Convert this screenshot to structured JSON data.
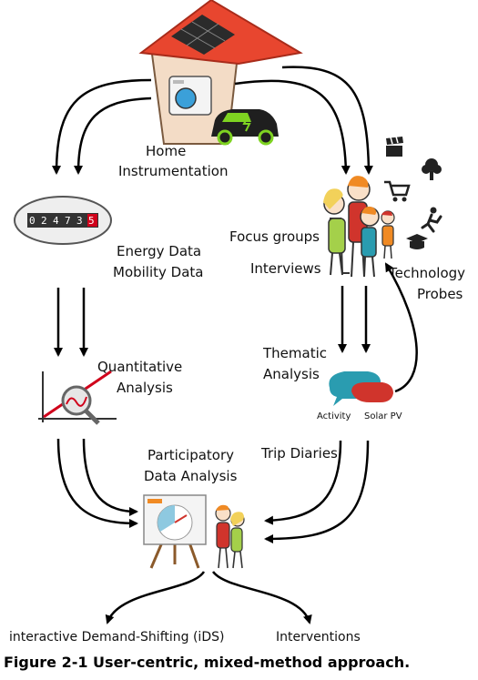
{
  "labels": {
    "home_instrumentation": [
      "Home",
      "Instrumentation"
    ],
    "energy_mobility": [
      "Energy Data",
      "Mobility Data"
    ],
    "focus_groups": "Focus groups",
    "interviews": "Interviews",
    "technology_probes": [
      "Technology",
      "Probes"
    ],
    "quantitative_analysis": [
      "Quantitative",
      "Analysis"
    ],
    "thematic_analysis": [
      "Thematic",
      "Analysis"
    ],
    "activity": "Activity",
    "solar_pv": "Solar PV",
    "participatory": [
      "Participatory",
      "Data Analysis"
    ],
    "trip_diaries": "Trip Diaries",
    "ids": "interactive Demand-Shifting (iDS)",
    "interventions": "Interventions"
  },
  "meter_digits": [
    "0",
    "2",
    "4",
    "7",
    "3",
    "5"
  ],
  "caption": "Figure 2-1 User-centric, mixed-method approach.",
  "colors": {
    "roof": "#e8462f",
    "house_wall": "#f3dcc6",
    "solar_panel": "#2b2b2b",
    "car": "#1f1f1f",
    "car_window": "#7ed321",
    "washer_drum": "#3ba0d9",
    "chart_line": "#d0021b",
    "bubble_teal": "#2a9cb0",
    "bubble_red": "#d0342c",
    "person_green": "#a4d04a",
    "person_red": "#d0342c",
    "person_teal": "#2a9cb0",
    "person_orange": "#f08a24",
    "hair": "#f2d15a"
  },
  "icons": [
    "house-icon",
    "solar-panel-icon",
    "washing-machine-icon",
    "electric-car-icon",
    "electricity-meter-icon",
    "line-chart-magnifier-icon",
    "family-icon",
    "clapperboard-icon",
    "tree-icon",
    "shopping-cart-icon",
    "running-person-icon",
    "graduation-cap-icon",
    "speech-bubbles-icon",
    "easel-chart-icon",
    "couple-icon"
  ]
}
